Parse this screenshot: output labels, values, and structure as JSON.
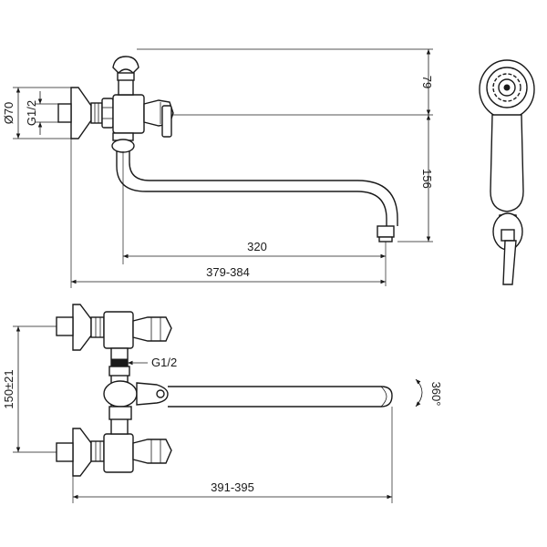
{
  "labels": {
    "spout_reach": "320",
    "total_width_side": "379-384",
    "top_height": "79",
    "spout_height": "156",
    "rosette_diameter": "Ø70",
    "thread_side": "G1/2",
    "thread_bottom": "G1/2",
    "center_distance": "150±21",
    "total_width_bottom": "391-395",
    "rotation": "360°"
  }
}
